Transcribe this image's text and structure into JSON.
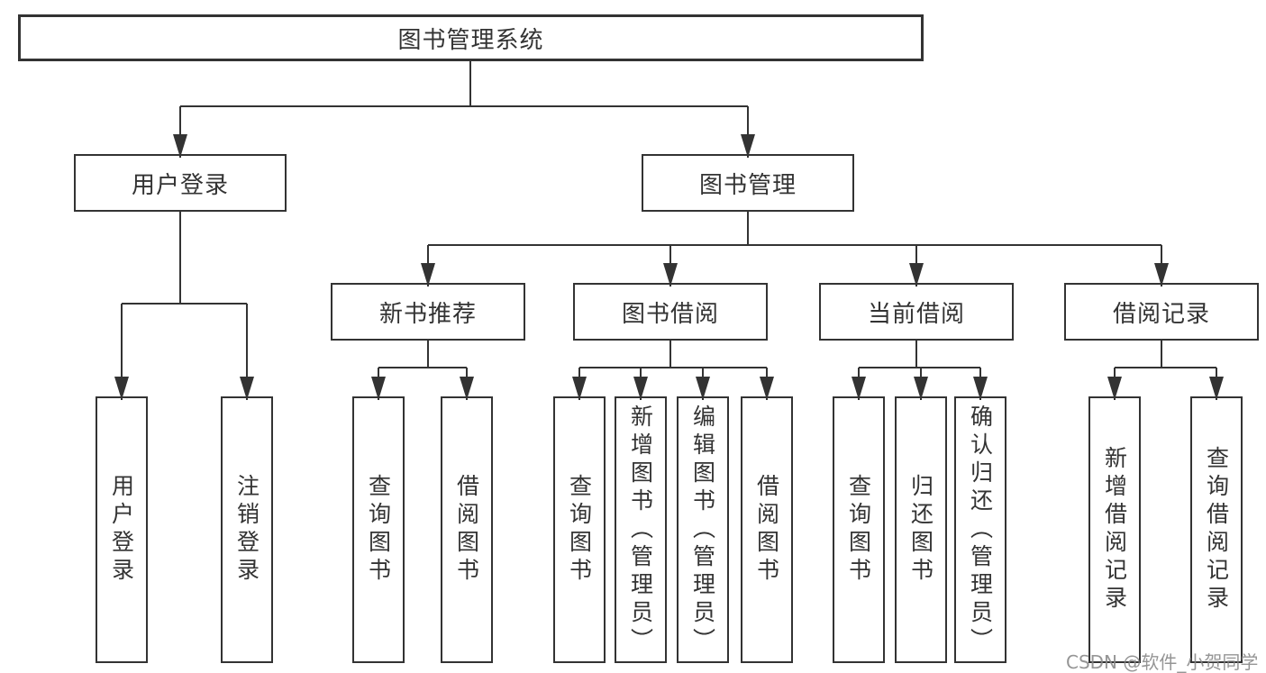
{
  "title": "图书管理系统",
  "tree": {
    "root": {
      "label": "图书管理系统"
    },
    "branches": [
      {
        "label": "用户登录",
        "children": [
          {
            "label": "用户登录"
          },
          {
            "label": "注销登录"
          }
        ]
      },
      {
        "label": "图书管理",
        "sections": [
          {
            "label": "新书推荐",
            "children": [
              {
                "label": "查询图书"
              },
              {
                "label": "借阅图书"
              }
            ]
          },
          {
            "label": "图书借阅",
            "children": [
              {
                "label": "查询图书"
              },
              {
                "label": "新增图书（管理员）"
              },
              {
                "label": "编辑图书（管理员）"
              },
              {
                "label": "借阅图书"
              }
            ]
          },
          {
            "label": "当前借阅",
            "children": [
              {
                "label": "查询图书"
              },
              {
                "label": "归还图书"
              },
              {
                "label": "确认归还（管理员）"
              }
            ]
          },
          {
            "label": "借阅记录",
            "children": [
              {
                "label": "新增借阅记录"
              },
              {
                "label": "查询借阅记录"
              }
            ]
          }
        ]
      }
    ]
  },
  "watermark": {
    "text": "CSDN @软件_小贺同学"
  },
  "colors": {
    "line": "#333333",
    "box_border": "#333333",
    "text": "#333333",
    "background": "#ffffff",
    "watermark_text": "#868686"
  }
}
